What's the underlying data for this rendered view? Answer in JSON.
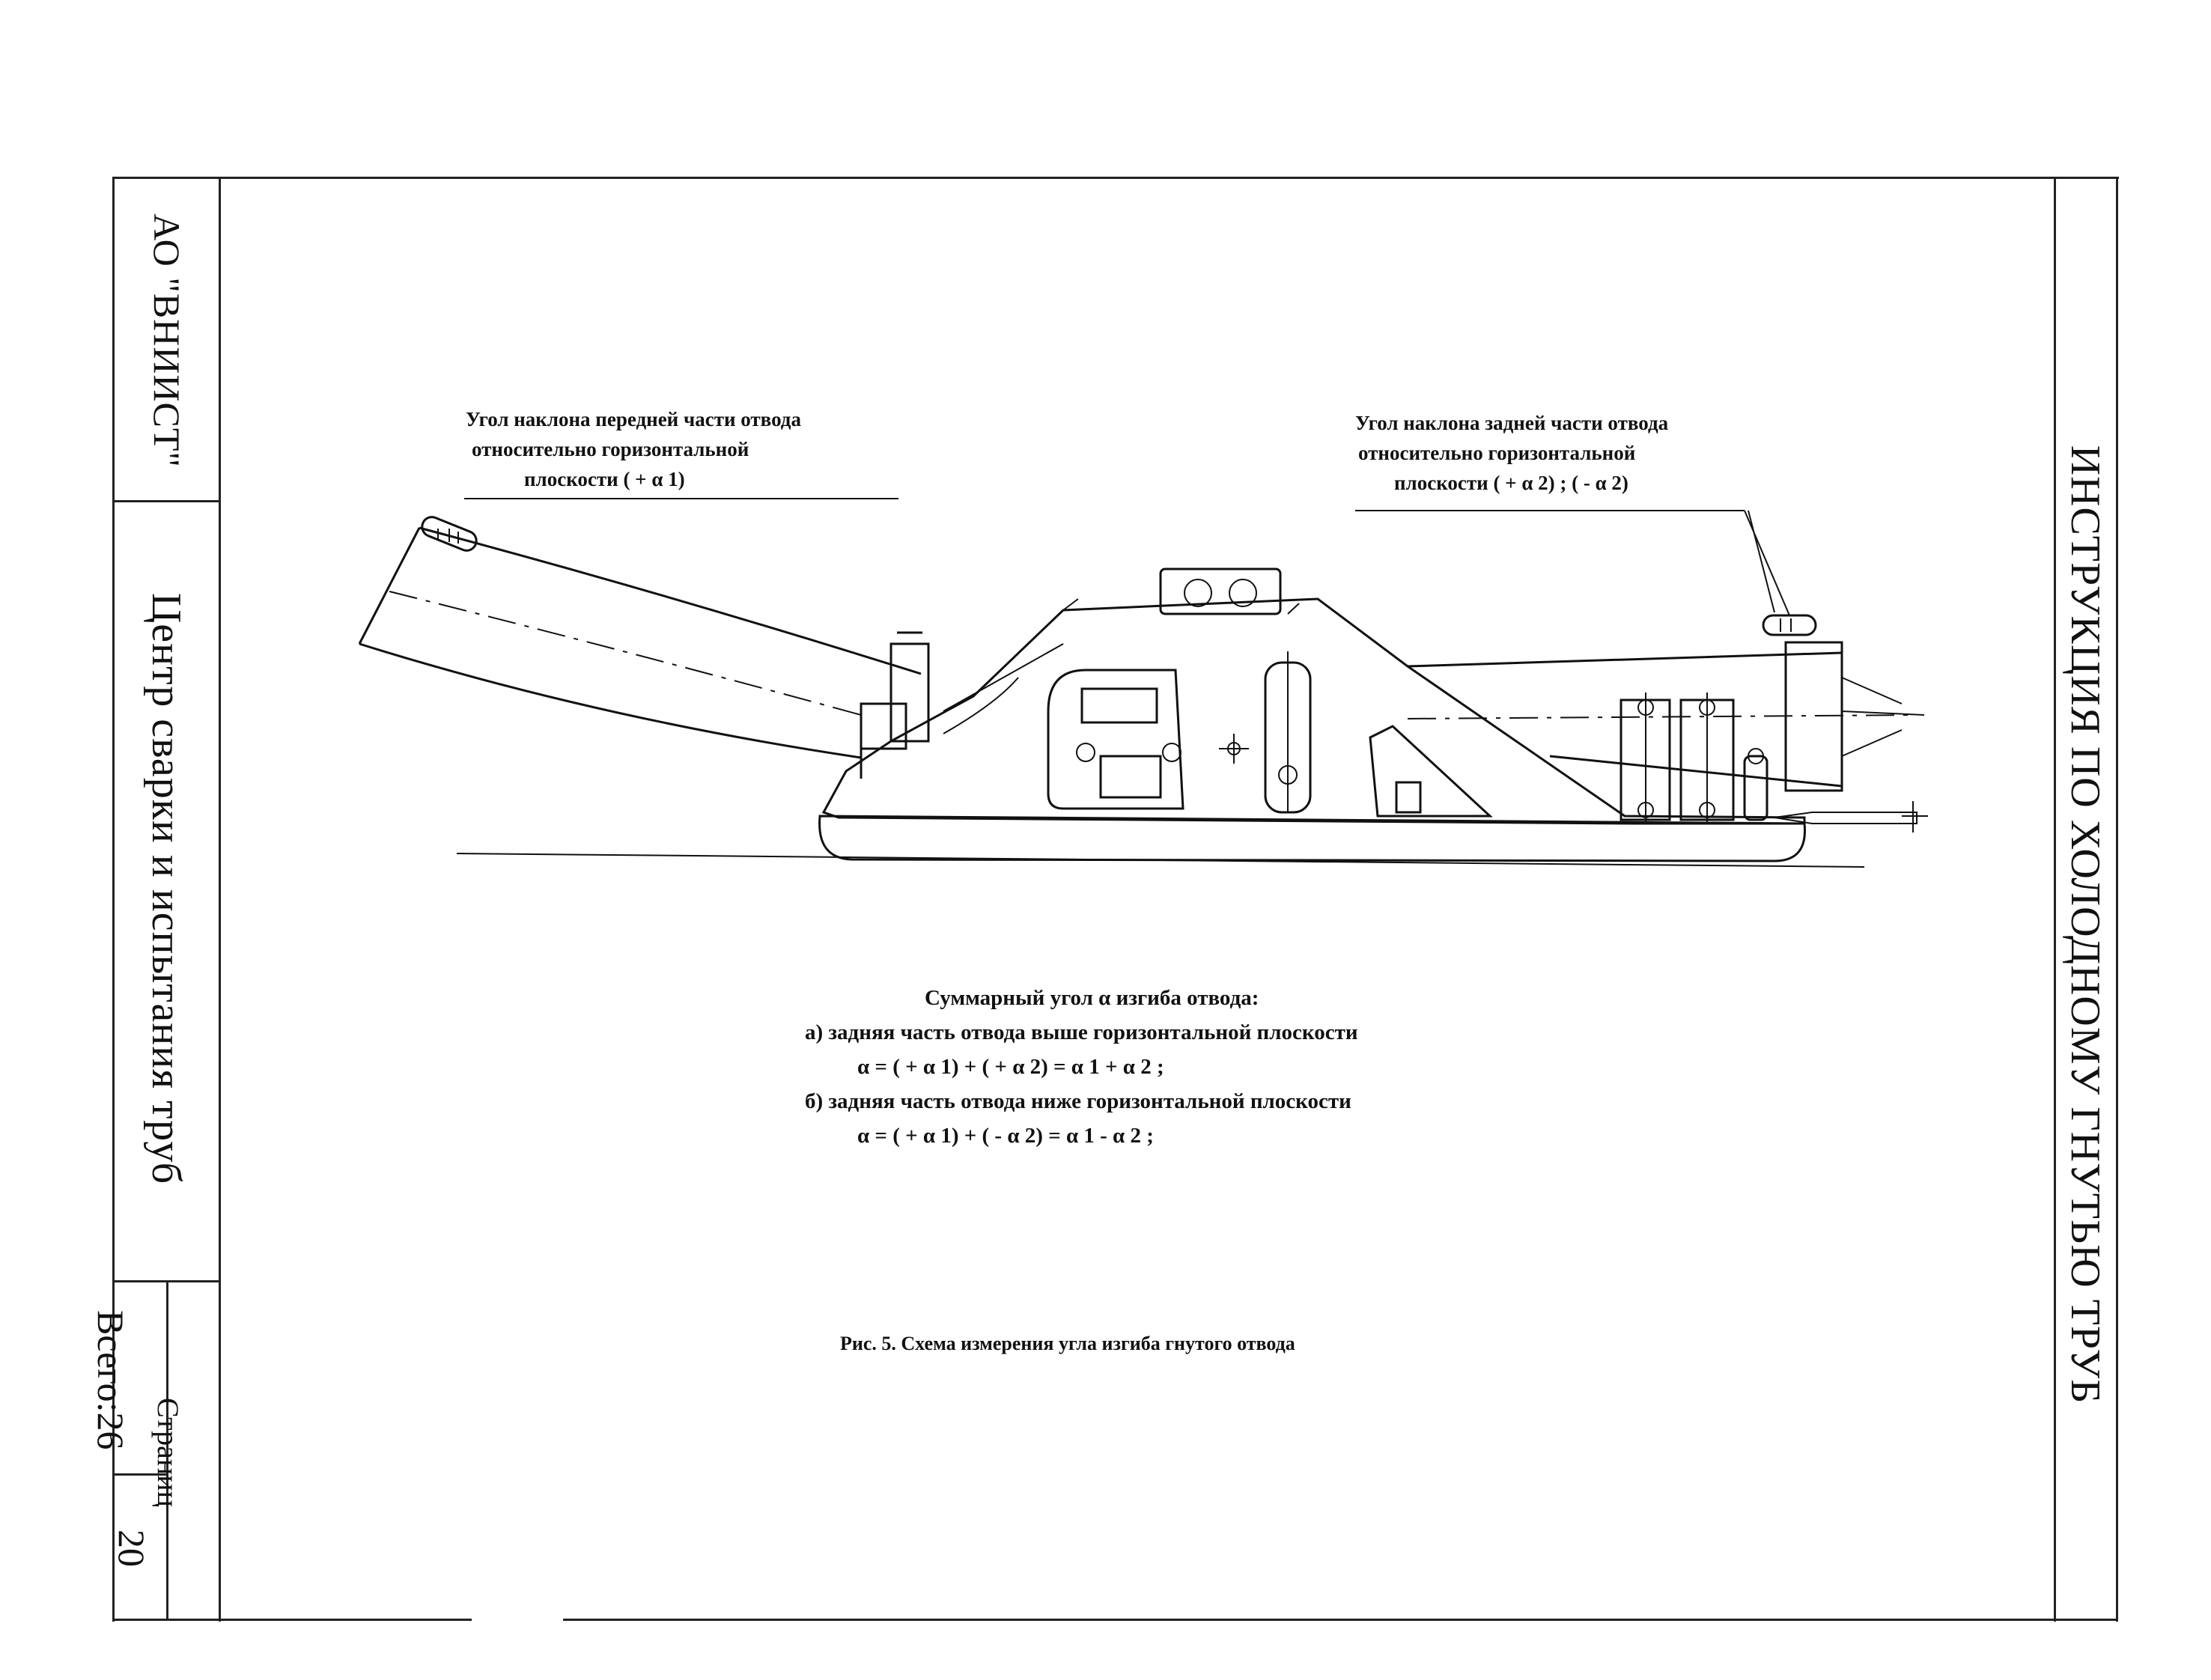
{
  "stamp": {
    "organization": "АО \"ВНИИСТ\"",
    "department": "Центр сварки и испытания труб",
    "pages_label": "Страниц",
    "total_label": "Всего:",
    "total_value": "26",
    "page_number": "20"
  },
  "document_title": "ИНСТРУКЦИЯ ПО ХОЛОДНОМУ ГНУТЬЮ ТРУБ",
  "drawing": {
    "front_label": {
      "line1": "Угол  наклона передней части отвода",
      "line2": "относительно горизонтальной",
      "line3": "плоскости ( + α 1)"
    },
    "rear_label": {
      "line1": "Угол наклона задней части отвода",
      "line2": "относительно горизонтальной",
      "line3": "плоскости ( + α 2) ; ( -  α 2)"
    }
  },
  "formulas": {
    "heading": "Суммарный угол α  изгиба отвода:",
    "case_a": "а)  задняя часть отвода выше горизонтальной плоскости",
    "formula_a": "α = ( + α 1) +  ( + α 2)  =  α 1 + α 2   ;",
    "case_b": "б) задняя часть отвода ниже горизонтальной плоскости",
    "formula_b": "α = ( + α 1) +  ( - α 2)  =  α 1 - α 2   ;"
  },
  "caption": "Рис. 5. Схема измерения угла изгиба гнутого отвода"
}
